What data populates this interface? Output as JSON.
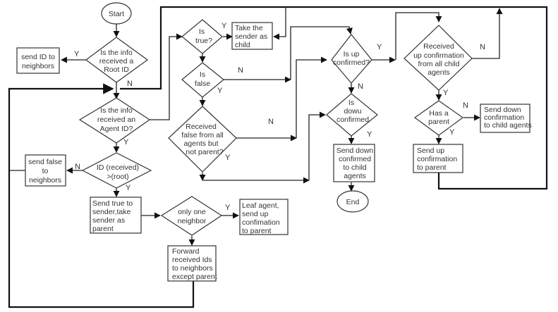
{
  "diagram": {
    "type": "flowchart",
    "nodes": {
      "start": {
        "shape": "terminal",
        "lines": [
          "Start"
        ]
      },
      "root_id": {
        "shape": "decision",
        "lines": [
          "Is the info",
          "received a",
          "Root ID"
        ]
      },
      "send_id": {
        "shape": "process",
        "lines": [
          "send ID to",
          "neighbors"
        ]
      },
      "agent_id": {
        "shape": "decision",
        "lines": [
          "Is the info",
          "received an",
          "Agent ID?"
        ]
      },
      "id_cmp": {
        "shape": "decision",
        "lines": [
          "ID (received)",
          ">(root)"
        ]
      },
      "send_false": {
        "shape": "process",
        "lines": [
          "send false",
          "to",
          "neighbors"
        ]
      },
      "send_true": {
        "shape": "process",
        "lines": [
          "Send true to",
          "sender,take",
          "sender as",
          " parent"
        ]
      },
      "one_neighbor": {
        "shape": "decision",
        "lines": [
          "only one",
          "neighbor"
        ]
      },
      "leaf": {
        "shape": "process",
        "lines": [
          "Leaf agent,",
          "send up",
          "confimation",
          "to parent"
        ]
      },
      "forward": {
        "shape": "process",
        "lines": [
          "Forward",
          "received Ids",
          "to neighbors",
          "except parent"
        ]
      },
      "is_true": {
        "shape": "decision",
        "lines": [
          "Is",
          "true?"
        ]
      },
      "take_child": {
        "shape": "process",
        "lines": [
          "Take the",
          "sender as",
          "child"
        ]
      },
      "is_false": {
        "shape": "decision",
        "lines": [
          "Is",
          "false"
        ]
      },
      "recv_false": {
        "shape": "decision",
        "lines": [
          "Received",
          "false from all",
          "agents but",
          "not parent?"
        ]
      },
      "up_confirmed": {
        "shape": "decision",
        "lines": [
          "Is up",
          "confirmed?"
        ]
      },
      "down_confirmed": {
        "shape": "decision",
        "lines": [
          "Is",
          "dowu",
          "confirmed"
        ]
      },
      "send_down_child": {
        "shape": "process",
        "lines": [
          "Send down",
          "confirmed",
          "to child",
          "agents"
        ]
      },
      "end": {
        "shape": "terminal",
        "lines": [
          "End"
        ]
      },
      "recv_up_all": {
        "shape": "decision",
        "lines": [
          "Received",
          "up confirmation",
          "from all child",
          "agents"
        ]
      },
      "has_parent": {
        "shape": "decision",
        "lines": [
          "Has a",
          "parent"
        ]
      },
      "send_down_conf": {
        "shape": "process",
        "lines": [
          "Send down",
          "confirmation",
          "to child agents"
        ]
      },
      "send_up_parent": {
        "shape": "process",
        "lines": [
          "Send up",
          "confirmation",
          "to parent"
        ]
      }
    },
    "edge_labels": {
      "root_y": "Y",
      "root_n": "N",
      "agent_y": "Y",
      "cmp_n": "N",
      "cmp_y": "Y",
      "one_y": "Y",
      "true_y": "Y",
      "false_n": "N",
      "false_y": "Y",
      "recv_false_n": "N",
      "recv_false_y": "Y",
      "up_y": "Y",
      "up_n": "N",
      "down_y": "Y",
      "recv_up_n": "N",
      "recv_up_y": "Y",
      "parent_n": "N",
      "parent_y": "Y"
    }
  }
}
